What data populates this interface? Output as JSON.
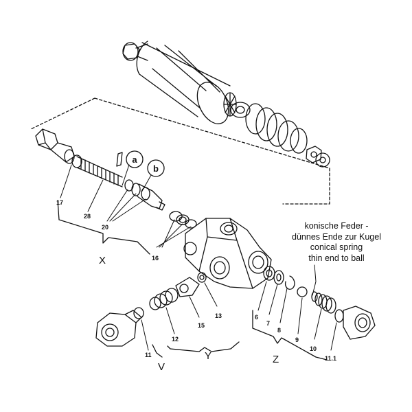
{
  "labels": {
    "l17": "17",
    "l28": "28",
    "l20": "20",
    "l16": "16",
    "l6": "6",
    "l7": "7",
    "l8": "8",
    "l9": "9",
    "l10": "10",
    "l11_1": "11.1",
    "l11": "11",
    "l12": "12",
    "l15": "15",
    "l13": "13"
  },
  "circled": {
    "a": "a",
    "b": "b"
  },
  "groups": {
    "x": "X",
    "y": "Y",
    "z": "Z",
    "v": "V"
  },
  "note": {
    "line1": "konische Feder -",
    "line2": "dünnes Ende zur Kugel",
    "line3": "conical spring",
    "line4": "thin end to ball"
  }
}
